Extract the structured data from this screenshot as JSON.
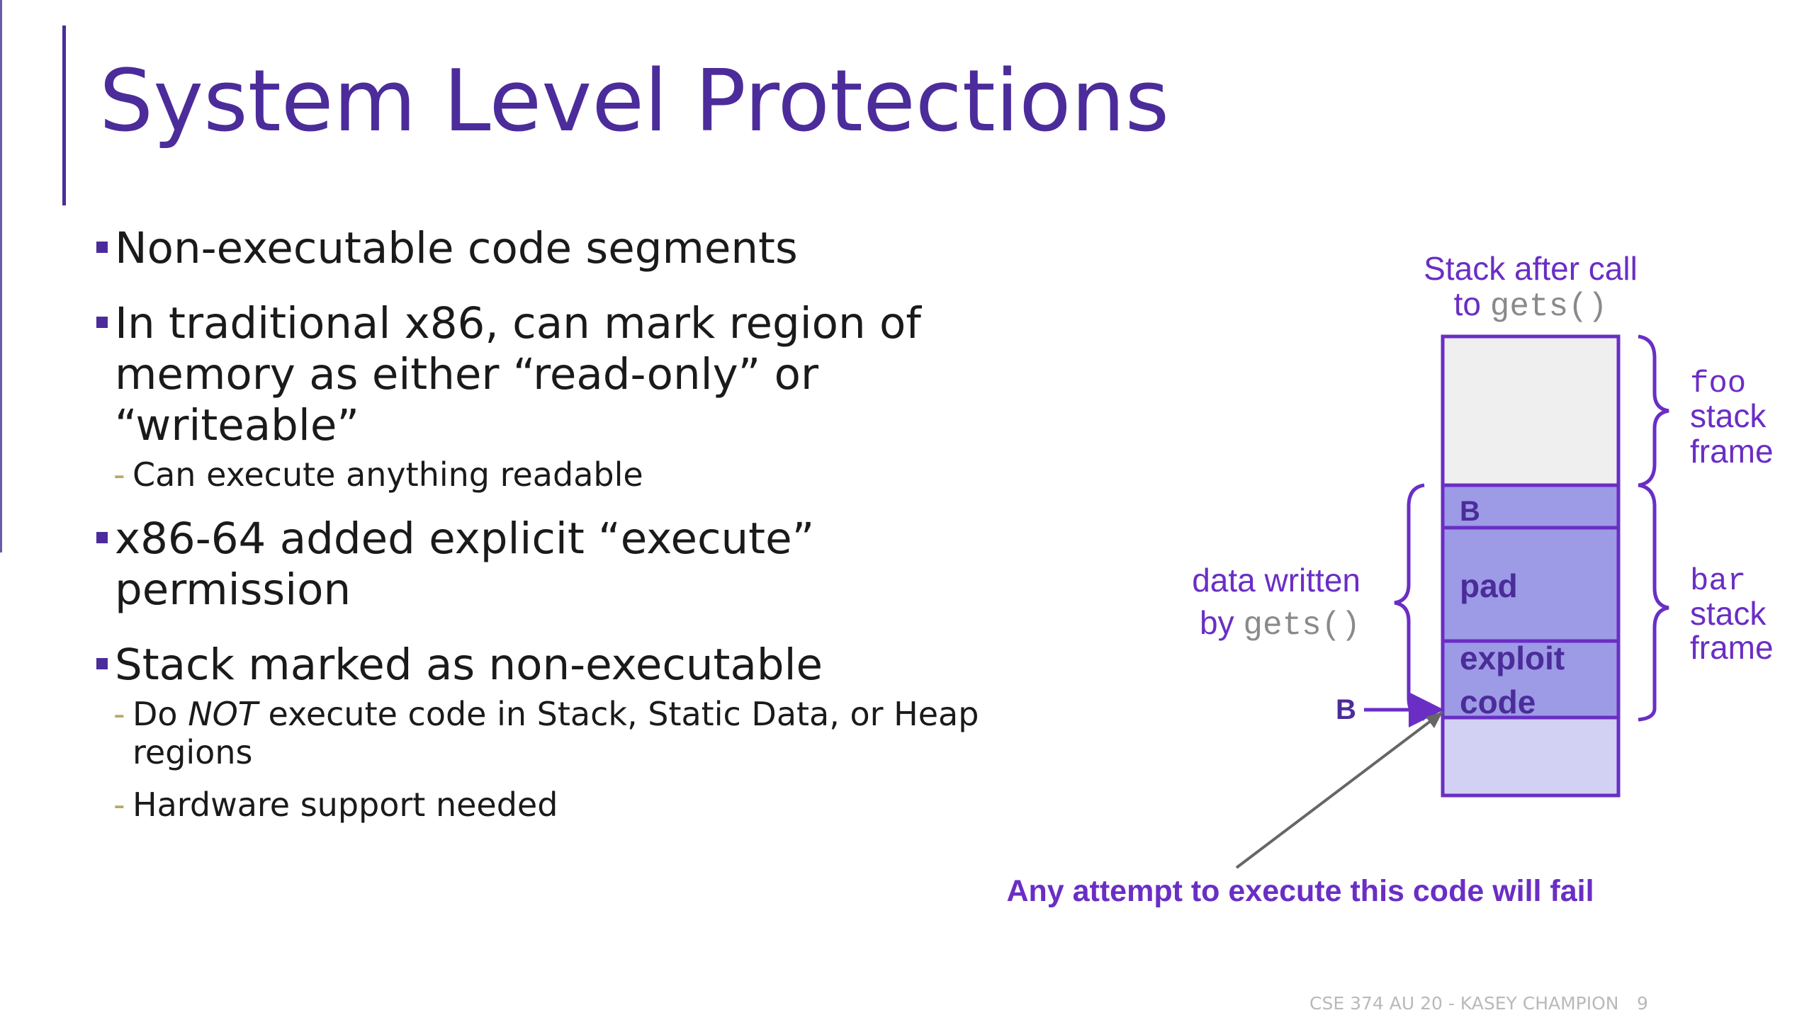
{
  "slide": {
    "title": "System Level Protections",
    "bullets": [
      {
        "text": "Non-executable code segments"
      },
      {
        "line1": "In traditional x86, can mark region of",
        "line2": "memory as either “read-only” or “writeable”",
        "sub": [
          "Can execute anything readable"
        ]
      },
      {
        "text": "x86-64 added explicit “execute” permission"
      },
      {
        "text": "Stack marked as non-executable",
        "sub": [
          "Do ",
          "NOT",
          " execute code in Stack, Static Data, or Heap",
          "regions",
          "Hardware support needed"
        ]
      }
    ],
    "footer": "CSE 374 AU 20 - KASEY CHAMPION",
    "page_number": "9"
  },
  "diagram": {
    "heading_line1": "Stack after call",
    "heading_line2_prefix": "to ",
    "heading_line2_code": "gets()",
    "blocks": {
      "b": "B",
      "pad": "pad",
      "exploit_line1": "exploit",
      "exploit_line2": "code"
    },
    "right_labels": {
      "foo_code": "foo",
      "foo_line2": "stack",
      "foo_line3": "frame",
      "bar_code": "bar",
      "bar_line2": "stack",
      "bar_line3": "frame"
    },
    "left_label_line1": "data written",
    "left_label_line2_prefix": "by ",
    "left_label_line2_code": "gets()",
    "pointer_label": "B",
    "caption": "Any attempt to execute this code will fail",
    "colors": {
      "accent": "#4b2c9a",
      "label": "#6a2ec4",
      "block_top": "#efefef",
      "block_b": "#9d9ae6",
      "block_bottom": "#d3d1f3",
      "code_gray": "#8a8a8a"
    }
  }
}
